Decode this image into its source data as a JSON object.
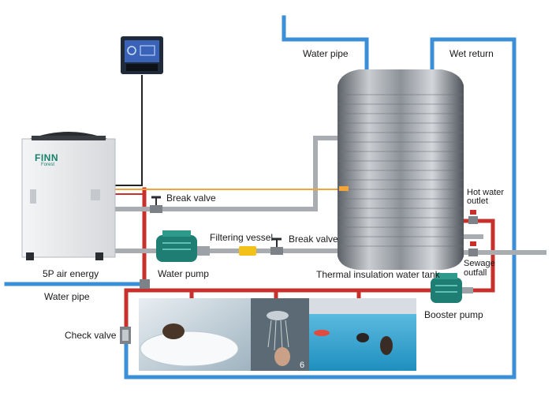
{
  "brand": {
    "name": "FINN",
    "sub": "Forest"
  },
  "labels": {
    "water_pipe_top": "Water pipe",
    "wet_return": "Wet return",
    "break_valve_1": "Break valve",
    "break_valve_2": "Break valve",
    "filtering_vessel": "Filtering vessel",
    "hot_water_outlet_1": "Hot water",
    "hot_water_outlet_2": "outlet",
    "sewage_outfall_1": "Sewage",
    "sewage_outfall_2": "outfall",
    "air_energy": "5P air energy",
    "water_pump": "Water pump",
    "thermal_tank": "Thermal insulation water tank",
    "water_pipe_left": "Water pipe",
    "booster_pump": "Booster pump",
    "check_valve": "Check valve",
    "photo_number": "6"
  },
  "colors": {
    "cold_pipe": "#3b8fd6",
    "hot_pipe": "#c9302c",
    "grey_pipe": "#a9adb2",
    "signal_wire": "#f2a33a",
    "pump_green": "#1f7e73",
    "tank_steel": "#8c9197"
  }
}
